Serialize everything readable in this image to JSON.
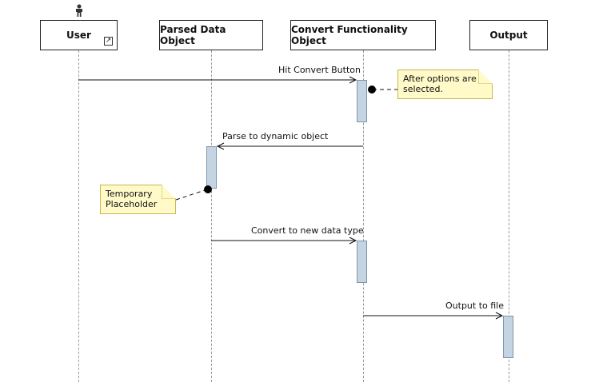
{
  "lifelines": {
    "user": "User",
    "parsed": "Parsed Data Object",
    "convert": "Convert Functionality Object",
    "output": "Output"
  },
  "messages": [
    {
      "label": "Hit Convert Button"
    },
    {
      "label": "Parse to dynamic object"
    },
    {
      "label": "Convert to new data type"
    },
    {
      "label": "Output to file"
    }
  ],
  "notes": [
    {
      "line1": "After options are",
      "line2": "selected."
    },
    {
      "line1": "Temporary",
      "line2": "Placeholder"
    }
  ],
  "icons": {
    "actor": "actor-icon",
    "link": "external-link-icon"
  }
}
